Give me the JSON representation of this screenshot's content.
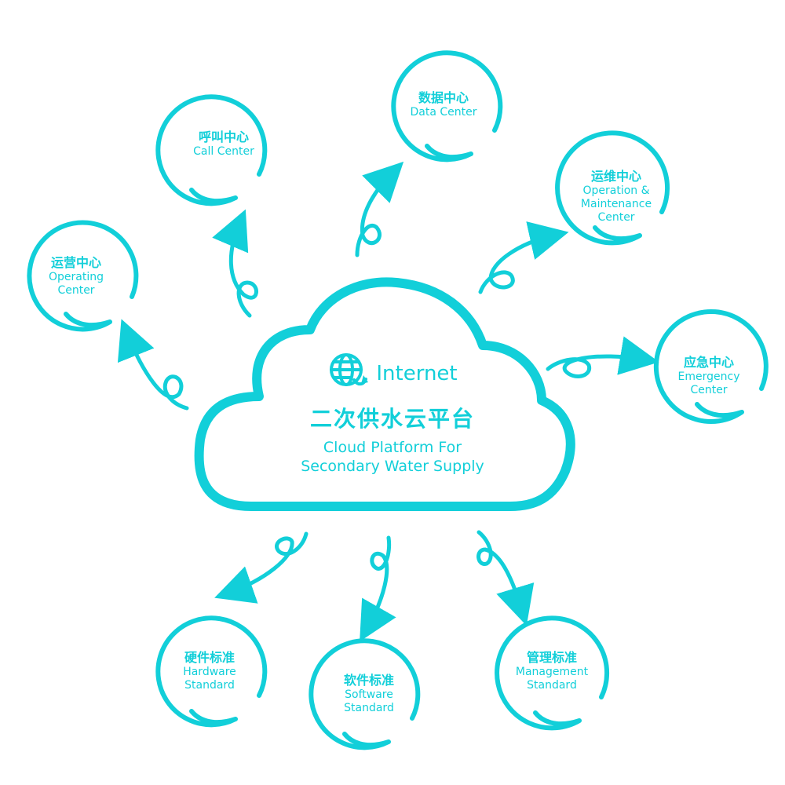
{
  "colors": {
    "accent": "#12cfd9",
    "background": "#ffffff"
  },
  "center": {
    "icon": "globe-refresh-icon",
    "internet_label": "Internet",
    "title_cn": "二次供水云平台",
    "title_en": "Cloud Platform For\nSecondary Water Supply"
  },
  "nodes": [
    {
      "id": "call-center",
      "cn": "呼叫中心",
      "en": "Call Center"
    },
    {
      "id": "data-center",
      "cn": "数据中心",
      "en": "Data Center"
    },
    {
      "id": "operation-maintenance-center",
      "cn": "运维中心",
      "en": "Operation &\nMaintenance\nCenter"
    },
    {
      "id": "operating-center",
      "cn": "运营中心",
      "en": "Operating\nCenter"
    },
    {
      "id": "emergency-center",
      "cn": "应急中心",
      "en": "Emergency\nCenter"
    },
    {
      "id": "hardware-standard",
      "cn": "硬件标准",
      "en": "Hardware\nStandard"
    },
    {
      "id": "software-standard",
      "cn": "软件标准",
      "en": "Software\nStandard"
    },
    {
      "id": "management-standard",
      "cn": "管理标准",
      "en": "Management\nStandard"
    }
  ]
}
